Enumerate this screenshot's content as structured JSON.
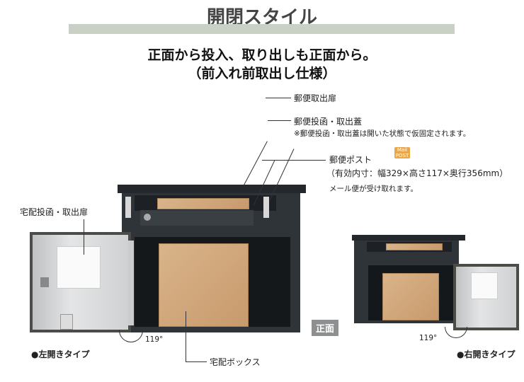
{
  "title": "開閉スタイル",
  "subtitle": {
    "line1": "正面から投入、取り出しも正面から。",
    "line2": "（前入れ前取出し仕様）"
  },
  "labels": {
    "mail_door": "郵便取出扉",
    "mail_lid": "郵便投函・取出蓋",
    "mail_lid_note": "※郵便投函・取出蓋は開いた状態で仮固定されます。",
    "mail_post": "郵便ポスト",
    "mail_post_logo": "Mail POST",
    "mail_post_dims": "（有効内寸：幅329×高さ117×奥行356mm）",
    "mail_post_note": "メール便が受け取れます。",
    "parcel_door": "宅配投函・取出扉",
    "parcel_box": "宅配ボックス",
    "angle_left": "119°",
    "angle_right": "119°",
    "left_type": "●左開きタイプ",
    "right_type": "●右開きタイプ",
    "front_badge": "正面"
  }
}
